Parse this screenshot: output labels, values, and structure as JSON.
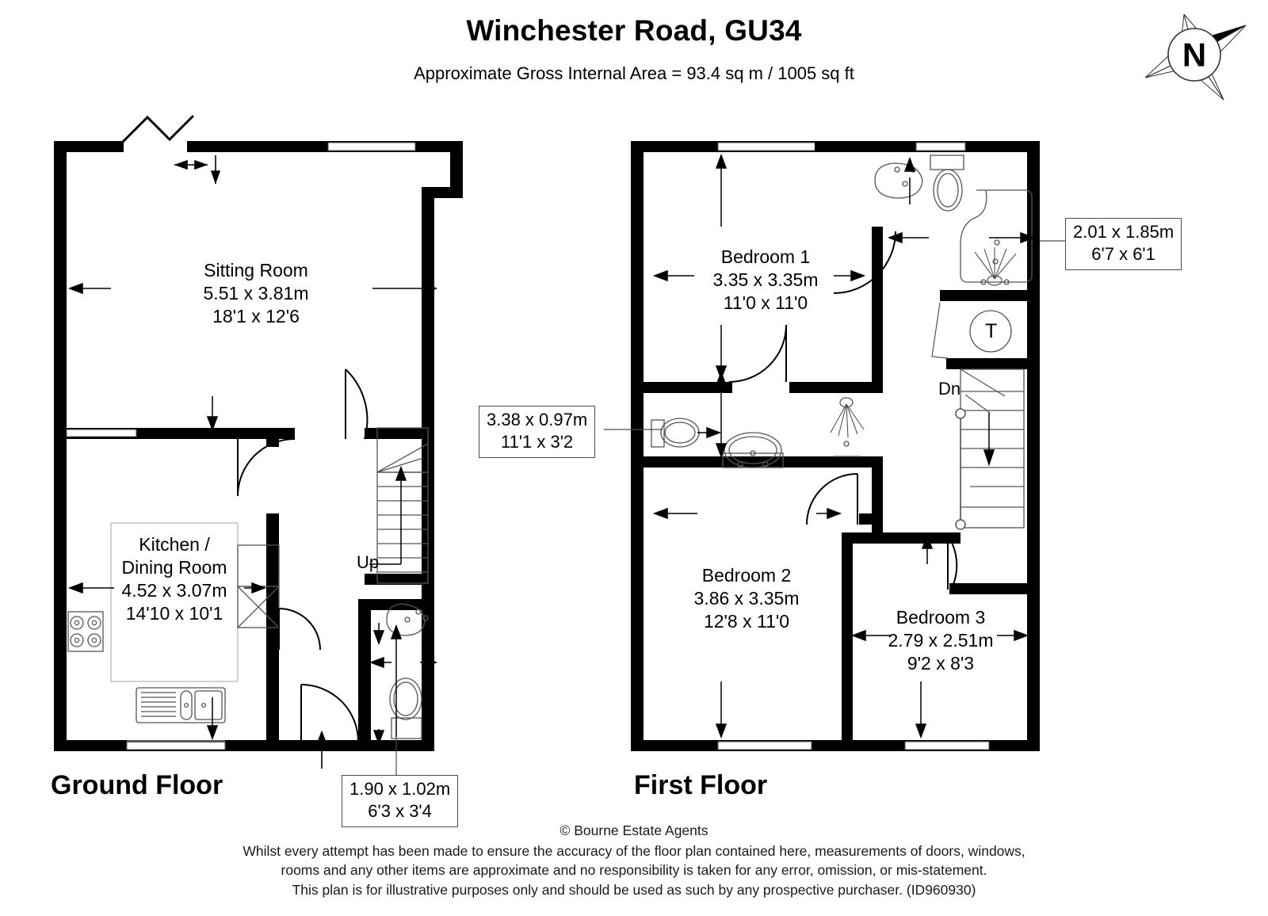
{
  "header": {
    "title": "Winchester Road, GU34",
    "subtitle": "Approximate Gross Internal Area = 93.4 sq m / 1005 sq ft"
  },
  "compass": {
    "north_label": "N"
  },
  "floors": [
    {
      "key": "ground",
      "label": "Ground Floor"
    },
    {
      "key": "first",
      "label": "First Floor"
    }
  ],
  "rooms": {
    "sitting_room": {
      "name": "Sitting Room",
      "metric": "5.51 x 3.81m",
      "imperial": "18'1 x 12'6"
    },
    "kitchen_line1": "Kitchen /",
    "kitchen_line2": "Dining Room",
    "kitchen_dining": {
      "name": "Kitchen / Dining Room",
      "metric": "4.52 x 3.07m",
      "imperial": "14'10 x 10'1"
    },
    "bedroom_1": {
      "name": "Bedroom 1",
      "metric": "3.35 x 3.35m",
      "imperial": "11'0 x 11'0"
    },
    "bedroom_2": {
      "name": "Bedroom 2",
      "metric": "3.86 x 3.35m",
      "imperial": "12'8 x 11'0"
    },
    "bedroom_3": {
      "name": "Bedroom 3",
      "metric": "2.79 x 2.51m",
      "imperial": "9'2 x 8'3"
    }
  },
  "callouts": {
    "landing": {
      "metric": "3.38 x 0.97m",
      "imperial": "11'1 x 3'2"
    },
    "bathroom": {
      "metric": "2.01 x 1.85m",
      "imperial": "6'7 x 6'1"
    },
    "cloakroom": {
      "metric": "1.90 x 1.02m",
      "imperial": "6'3 x 3'4"
    }
  },
  "annotations": {
    "stairs_up": "Up",
    "stairs_down": "Dn",
    "tank": "T"
  },
  "footer": {
    "copyright": "© Bourne Estate Agents",
    "line1": "Whilst every attempt has been made to ensure the accuracy of the floor plan contained here, measurements of doors, windows,",
    "line2": "rooms and any other items are approximate and no responsibility is taken for any error, omission, or mis-statement.",
    "line3": "This plan is for illustrative purposes only and should be used as such by any prospective purchaser. (ID960930)"
  },
  "colors": {
    "wall": "#000000",
    "fixture_line": "#555555",
    "callout_border": "#4d4d4d",
    "background": "#ffffff"
  }
}
